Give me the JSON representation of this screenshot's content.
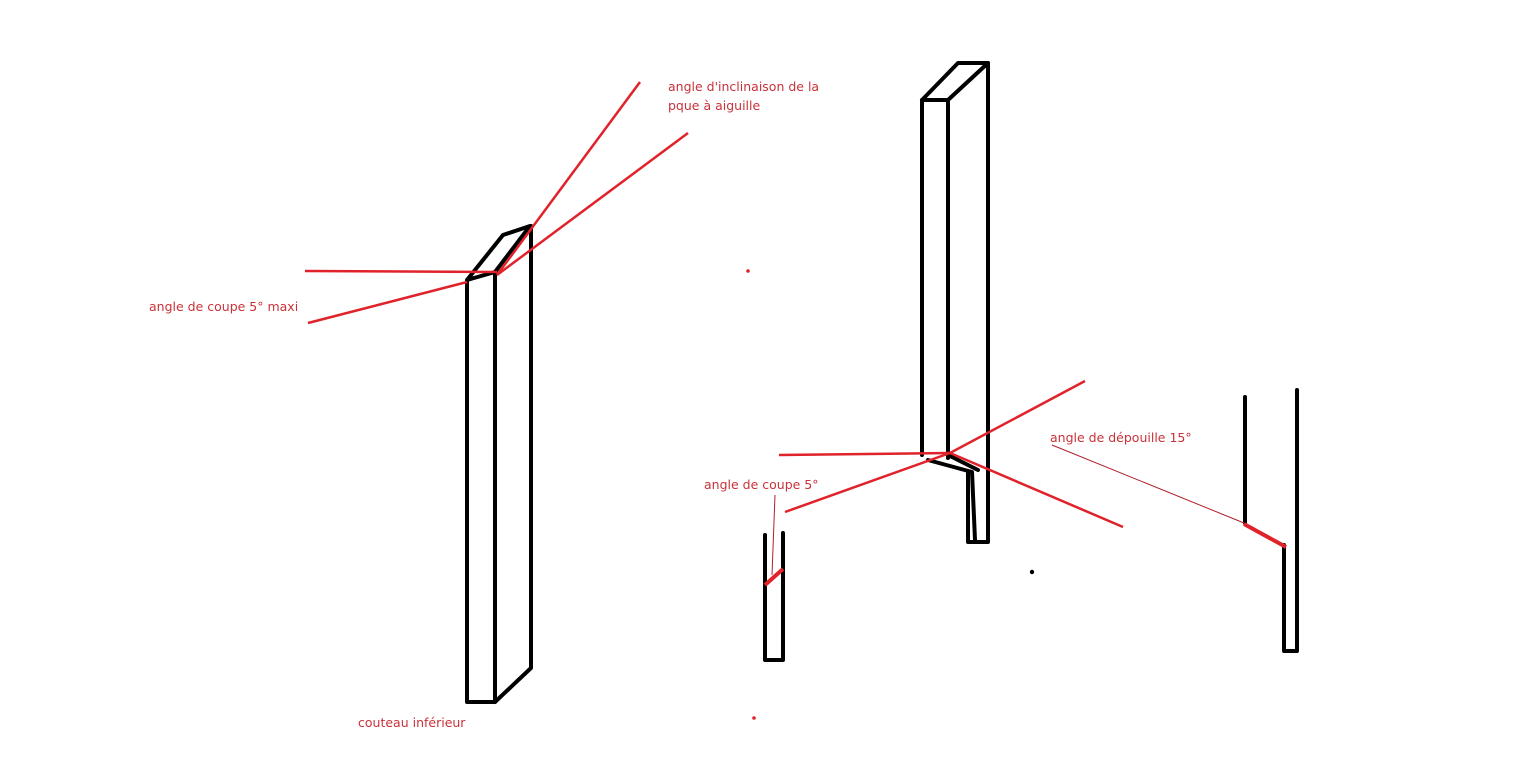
{
  "labels": {
    "inclinaison_line1": "angle d'inclinaison de la",
    "inclinaison_line2": "pque à aiguille",
    "coupe_maxi": "angle de coupe 5° maxi",
    "couteau": "couteau inférieur",
    "coupe": "angle de coupe 5°",
    "depouille": "angle de dépouille 15°"
  },
  "colors": {
    "annotation": "#e0222a",
    "text": "#c8323a",
    "stroke": "#000000"
  }
}
